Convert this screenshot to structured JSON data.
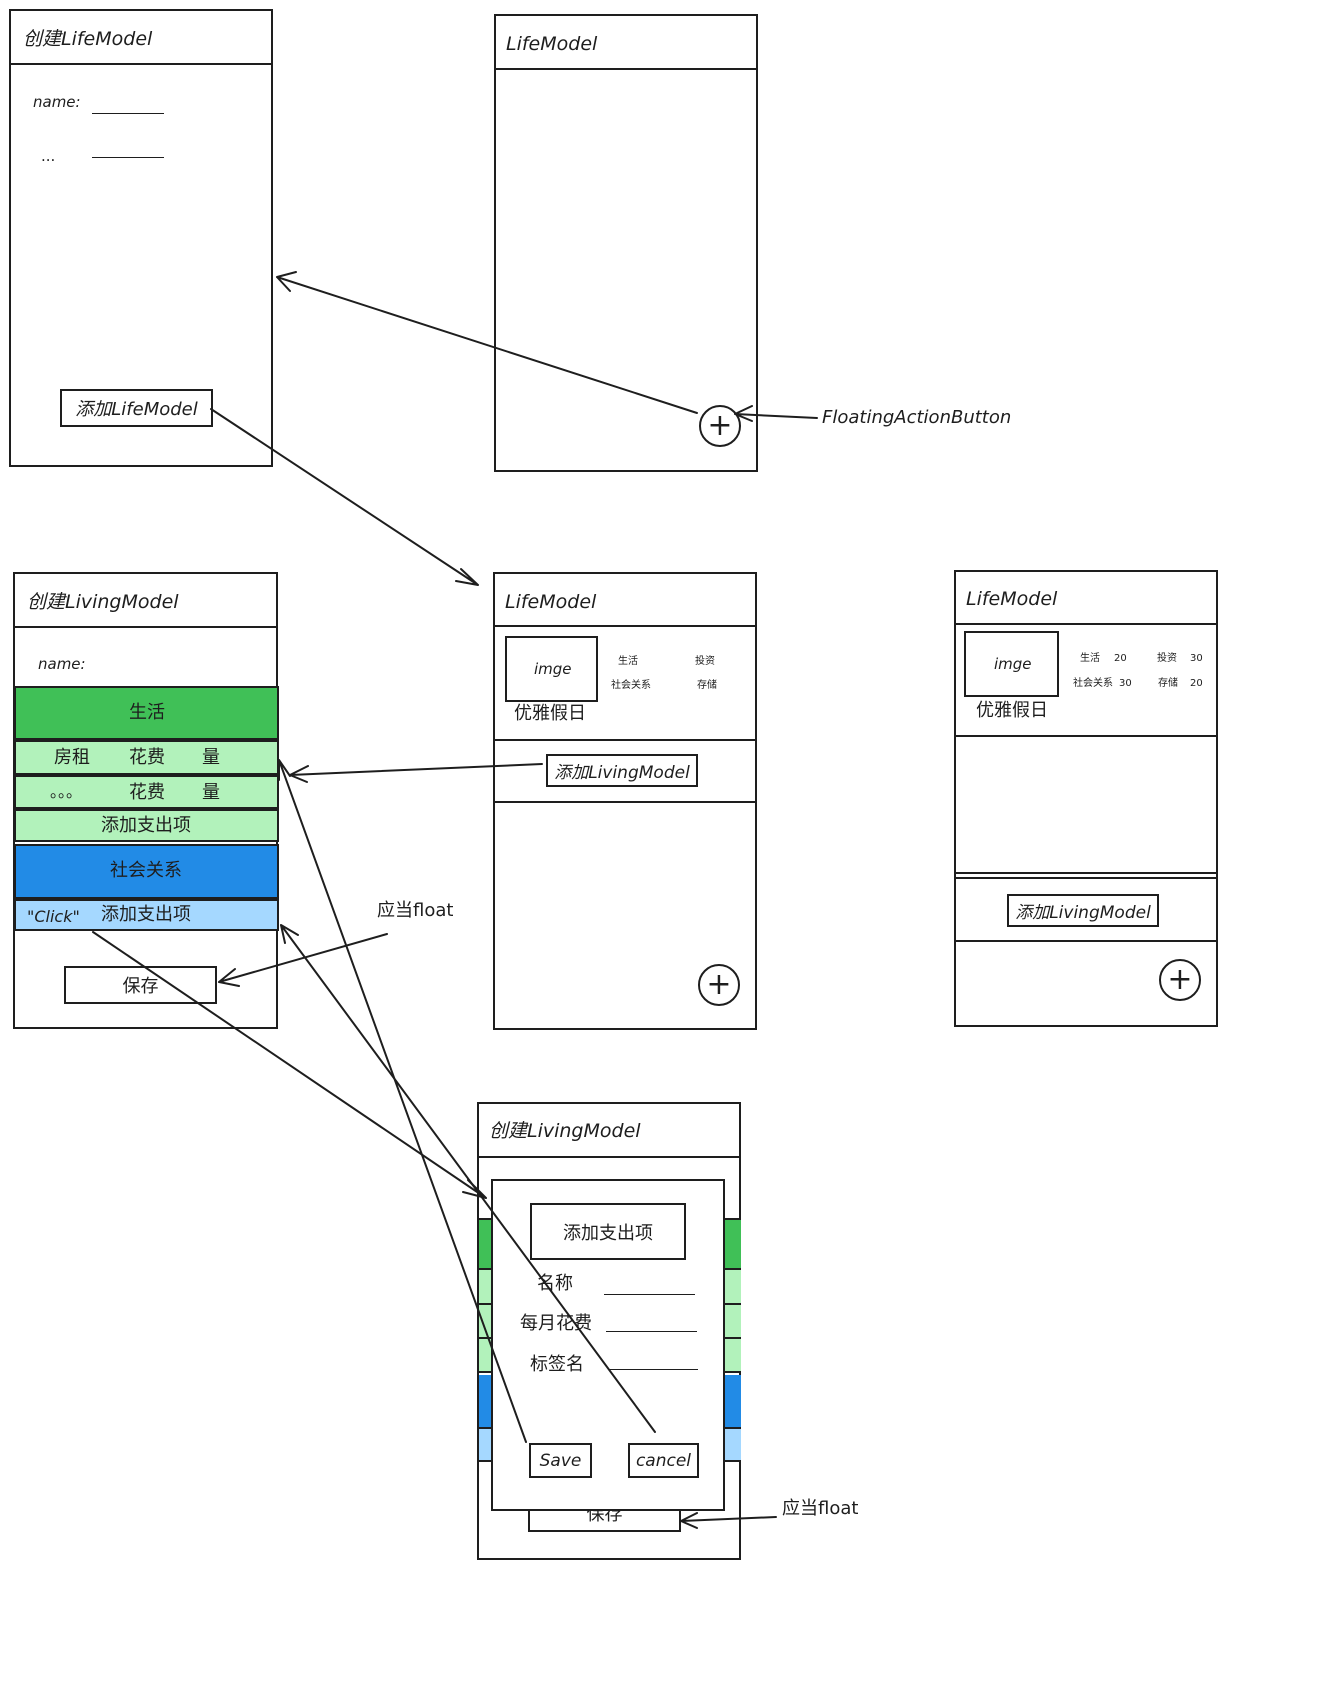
{
  "screen_create_life": {
    "title": "创建LifeModel",
    "name_label": "name:",
    "more_label": "...",
    "add_button": "添加LifeModel"
  },
  "screen_life_empty": {
    "title": "LifeModel",
    "fab": "+"
  },
  "annotation_fab": "FloatingActionButton",
  "screen_create_living": {
    "title": "创建LivingModel",
    "name_label": "name:",
    "section_life": "生活",
    "row1": [
      "房租",
      "花费",
      "量"
    ],
    "row2": [
      "。。。",
      "花费",
      "量"
    ],
    "add_expense_1": "添加支出项",
    "section_social": "社会关系",
    "click_label": "\"Click\"",
    "add_expense_2": "添加支出项",
    "save_button": "保存"
  },
  "annotation_float_1": "应当float",
  "screen_life_card": {
    "title": "LifeModel",
    "image_label": "imge",
    "card_name": "优雅假日",
    "stat_labels": [
      "生活",
      "投资",
      "社会关系",
      "存储"
    ],
    "add_living": "添加LivingModel",
    "fab": "+"
  },
  "screen_life_card_values": {
    "title": "LifeModel",
    "image_label": "imge",
    "card_name": "优雅假日",
    "stats": [
      {
        "label": "生活",
        "value": "20"
      },
      {
        "label": "投资",
        "value": "30"
      },
      {
        "label": "社会关系",
        "value": "30"
      },
      {
        "label": "存储",
        "value": "20"
      }
    ],
    "add_living": "添加LivingModel",
    "fab": "+"
  },
  "screen_dialog": {
    "title": "创建LivingModel",
    "dialog_title": "添加支出项",
    "field_name": "名称",
    "field_monthly": "每月花费",
    "field_tag": "标签名",
    "save": "Save",
    "cancel": "cancel",
    "behind_save": "保存"
  },
  "annotation_float_2": "应当float",
  "colors": {
    "green_dark": "#40c057",
    "green_light": "#b2f2bb",
    "blue_dark": "#228be6",
    "blue_light": "#a5d8ff"
  }
}
